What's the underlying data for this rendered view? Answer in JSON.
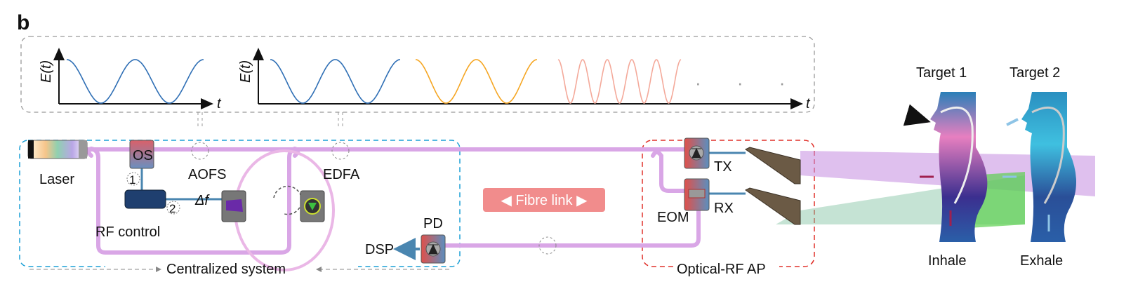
{
  "panel_label": "b",
  "plots": {
    "left": {
      "ylabel": "E(t)",
      "xlabel": "t"
    },
    "right": {
      "ylabel": "E(t)",
      "xlabel": "t",
      "ellipsis": "· · ·"
    }
  },
  "components": {
    "laser": "Laser",
    "os": "OS",
    "aofs": "AOFS",
    "edfa": "EDFA",
    "delta_f": "Δf",
    "rf_control": "RF control",
    "step1": "1",
    "step2": "2",
    "pd": "PD",
    "dsp": "DSP",
    "fibre_link": "◀ Fibre link ▶",
    "tx": "TX",
    "rx": "RX",
    "eom": "EOM"
  },
  "groups": {
    "centralized": "Centralized system",
    "ap": "Optical-RF AP"
  },
  "targets": {
    "target1": "Target 1",
    "target2": "Target 2",
    "inhale": "Inhale",
    "exhale": "Exhale"
  },
  "colors": {
    "wave1": "#2f6fb5",
    "wave2": "#f5a623",
    "wave3": "#f4a99a",
    "fiber": "#d9a6e6",
    "centralized_box": "#1a9fd6",
    "ap_box": "#e0302a",
    "fibre_link_bg": "#f08080"
  }
}
